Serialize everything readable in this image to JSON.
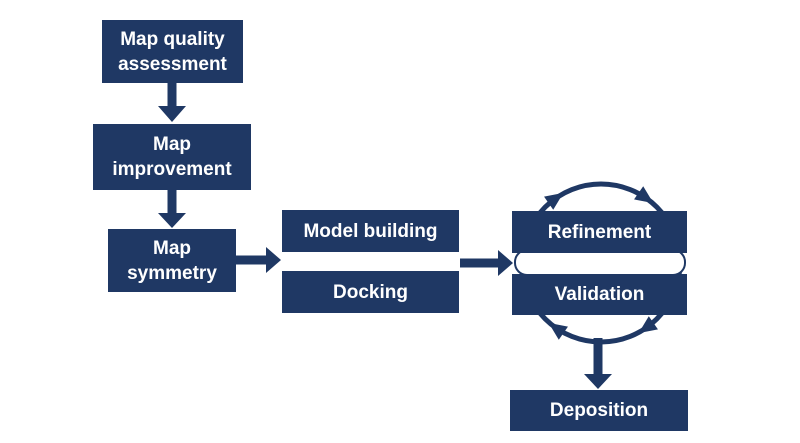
{
  "colors": {
    "navy": "#1f3864",
    "background": "#ffffff",
    "text_on_navy": "#ffffff"
  },
  "flowchart": {
    "nodes": {
      "map_quality": {
        "label": "Map quality\nassessment"
      },
      "map_improvement": {
        "label": "Map\nimprovement"
      },
      "map_symmetry": {
        "label": "Map\nsymmetry"
      },
      "model_building": {
        "label": "Model building"
      },
      "docking": {
        "label": "Docking"
      },
      "refinement": {
        "label": "Refinement"
      },
      "validation": {
        "label": "Validation"
      },
      "deposition": {
        "label": "Deposition"
      }
    }
  }
}
